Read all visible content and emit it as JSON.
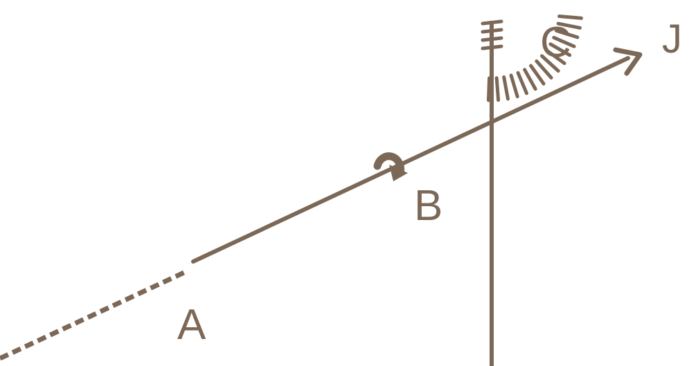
{
  "colors": {
    "ink": "#7b6857",
    "background": "#ffffff"
  },
  "labels": {
    "a": "A",
    "b": "B",
    "c": "C",
    "j": "J"
  },
  "icons": {
    "rotation": "curved-arrow-icon",
    "direction": "arrowhead-icon"
  }
}
